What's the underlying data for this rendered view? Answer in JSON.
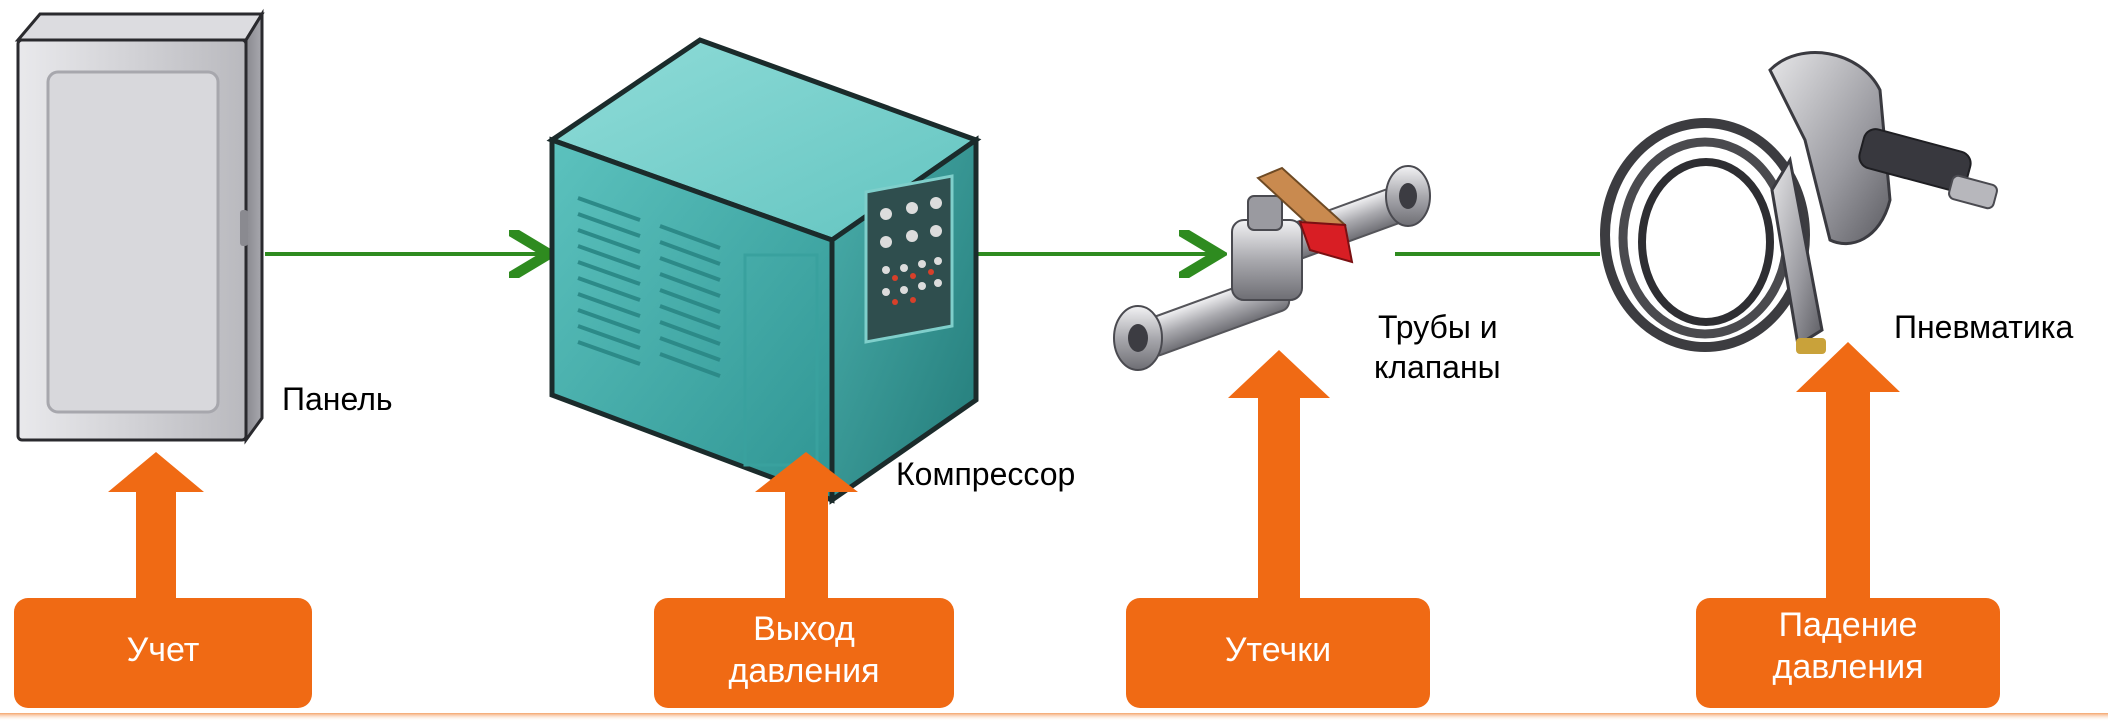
{
  "components": {
    "panel": {
      "label": "Панель"
    },
    "compressor": {
      "label": "Компрессор"
    },
    "pipes": {
      "label_line1": "Трубы и",
      "label_line2": "клапаны"
    },
    "pneumatics": {
      "label": "Пневматика"
    }
  },
  "factors": [
    {
      "line1": "Учет",
      "line2": ""
    },
    {
      "line1": "Выход",
      "line2": "давления"
    },
    {
      "line1": "Утечки",
      "line2": ""
    },
    {
      "line1": "Падение",
      "line2": "давления"
    }
  ],
  "colors": {
    "flow_arrow": "#2e8b1f",
    "factor_orange": "#f06a14",
    "compressor_teal": "#4fb3b0",
    "panel_gray": "#c9c9cc"
  }
}
